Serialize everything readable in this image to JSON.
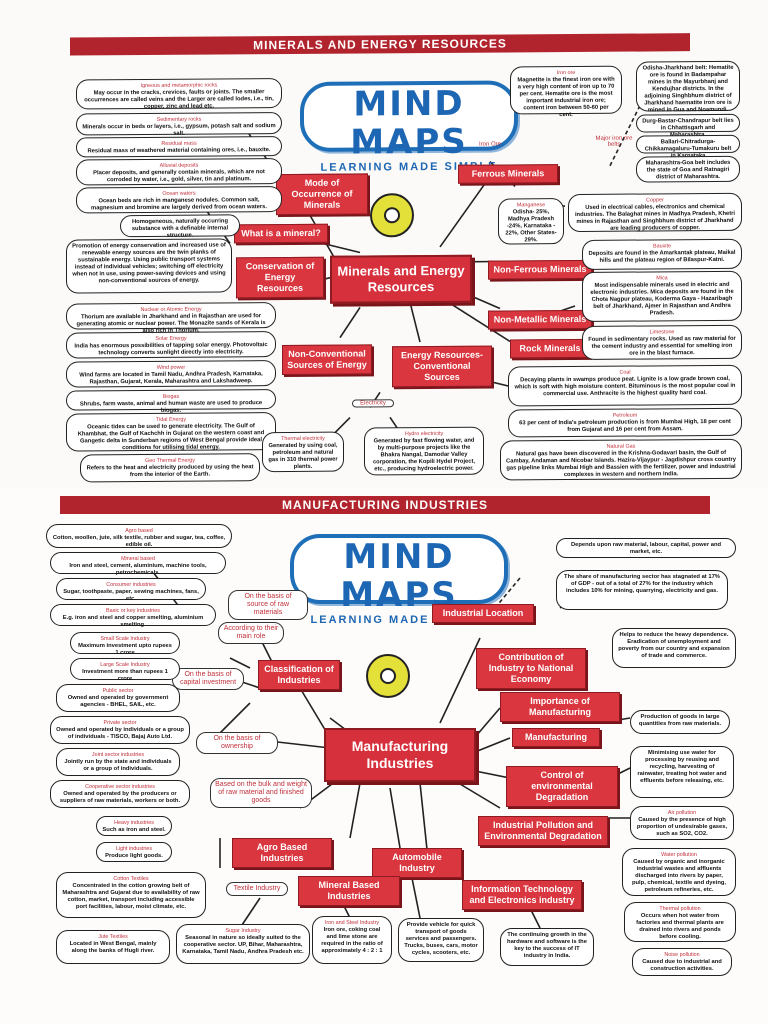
{
  "page1": {
    "banner": "MINERALS AND ENERGY RESOURCES",
    "logo": {
      "title": "MIND MAPS",
      "subtitle": "LEARNING MADE SIMPLE"
    },
    "center": "Minerals and Energy Resources",
    "boxes": {
      "mode": "Mode of Occurrence of Minerals",
      "what": "What is a mineral?",
      "conservation": "Conservation of Energy Resources",
      "nonconv": "Non-Conventional Sources of Energy",
      "conv": "Energy Resources- Conventional Sources",
      "ferrous": "Ferrous Minerals",
      "nonferrous": "Non-Ferrous Minerals",
      "nonmetallic": "Non-Metallic Minerals",
      "rock": "Rock Minerals"
    },
    "labels": {
      "electricity": "Electricity",
      "iron_ore": "Iron Ore",
      "major_belts": "Major iron ore belts"
    },
    "notes": {
      "igneous_h": "Igneous and metamorphic rocks",
      "igneous": "May occur in the cracks, crevices, faults or joints. The smaller occurrences are called veins and the Larger are called lodes, i.e., tin, copper, zinc and lead etc.",
      "sed_h": "Sedimentary rocks",
      "sed": "Minerals occur in beds or layers, i.e., gypsum, potash salt and sodium salt.",
      "residual_h": "Residual mass",
      "residual": "Residual mass of weathered material containing ores, i.e., bauxite.",
      "alluvial_h": "Alluvial deposits",
      "alluvial": "Placer deposits, and generally contain minerals, which are not corroded by water, i.e., gold, silver, tin and platinum.",
      "ocean_h": "Ocean waters",
      "ocean": "Ocean beds are rich in manganese nodules. Common salt, magnesium and bromine are largely derived from ocean waters.",
      "homog": "Homogeneous, naturally occurring substance with a definable internal structure.",
      "promotion": "Promotion of energy conservation and increased use of renewable energy sources are the twin planks of sustainable energy. Using public transport systems instead of individual vehicles; switching off electricity when not in use, using power-saving devices and using non-conventional sources of energy.",
      "nuclear_h": "Nuclear or Atomic Energy",
      "nuclear": "Thorium are available in Jharkhand and in Rajasthan are used for generating atomic or nuclear power. The Monazite sands of Kerala is also rich in Thorium.",
      "solar_h": "Solar Energy",
      "solar": "India has enormous possibilities of tapping solar energy. Photovoltaic technology converts sunlight directly into electricity.",
      "wind_h": "Wind power",
      "wind": "Wind farms are located in Tamil Nadu, Andhra Pradesh, Karnataka, Rajasthan, Gujarat, Kerala, Maharashtra and Lakshadweep.",
      "biogas_h": "Biogas",
      "biogas": "Shrubs, farm waste, animal and human waste are used to produce biogas.",
      "tidal_h": "Tidal Energy",
      "tidal": "Oceanic tides can be used to generate electricity. The Gulf of Khambhat, the Gulf of Kachchh in Gujarat on the western coast and Gangetic delta in Sunderban regions of West Bengal provide ideal conditions for utilising tidal energy.",
      "geo_h": "Geo Thermal Energy",
      "geo": "Refers to the heat and electricity produced by using the heat from the interior of the Earth.",
      "thermal_h": "Thermal electricity",
      "thermal": "Generated by using coal, petroleum and natural gas in 310 thermal power plants.",
      "hydro_h": "Hydro electricity",
      "hydro": "Generated by fast flowing water, and by multi-purpose projects like the Bhakra Nangal, Damodar Valley corporation, the Kopili Hydel Project, etc., producing hydroelectric power.",
      "iron_h": "Iron ore",
      "iron": "Magnetite is the finest iron ore with a very high content of iron up to 70 per cent. Hematite ore is the most important industrial iron ore; content iron between 50-60 per cent.",
      "belt1": "Odisha-Jharkhand belt: Hematite ore is found in Badampahar mines in the Mayurbhanj and Kendujhar districts. In the adjoining Singhbhum district of Jharkhand haematite iron ore is mined in Gua and Noamundi.",
      "belt2": "Durg-Bastar-Chandrapur belt lies in Chhattisgarh and Maharashtra.",
      "belt3": "Ballari-Chitradurga-Chikkamagaluru-Tumakuru belt in Karnataka",
      "belt4": "Maharashtra-Goa belt includes the state of Goa and Ratnagiri district of Maharashtra.",
      "mang_h": "Manganese",
      "mang": "Odisha- 25%, Madhya Pradesh -24%, Karnataka - 22%, Other States- 29%.",
      "copper_h": "Copper",
      "copper": "Used in electrical cables, electronics and chemical industries. The Balaghat mines in Madhya Pradesh, Khetri mines in Rajasthan and Singhbhum district of Jharkhand are leading producers of copper.",
      "bauxite_h": "Bauxite",
      "bauxite": "Deposits are found in the Amarkantak plateau, Maikal hills and the plateau region of Bilaspur-Katni.",
      "mica_h": "Mica",
      "mica": "Most indispensable minerals used in electric and electronic industries. Mica deposits are found in the Chota Nagpur plateau, Koderma Gaya - Hazaribagh belt of Jharkhand, Ajmer in Rajasthan and Andhra Pradesh.",
      "lime_h": "Limestone",
      "lime": "Found in sedimentary rocks. Used as raw material for the cement industry and essential for smelting iron ore in the blast furnace.",
      "coal_h": "Coal",
      "coal": "Decaying plants in swamps produce peat. Lignite is a low grade brown coal, which is soft with high moisture content. Bituminous is the most popular coal in commercial use. Anthracite is the highest quality hard coal.",
      "petrol_h": "Petroleum",
      "petrol": "63 per cent of India's petroleum production is from Mumbai High, 18 per cent from Gujarat and 16 per cent from Assam.",
      "gas_h": "Natural Gas",
      "gas": "Natural gas have been discovered in the Krishna-Godavari basin, the Gulf of Cambay, Andaman and Nicobar Islands. Hazira-Vijaypur - Jagdishpur cross country gas pipeline links Mumbai High and Bassien with the fertilizer, power and industrial complexes in western and northern India."
    }
  },
  "page2": {
    "banner": "MANUFACTURING INDUSTRIES",
    "logo": {
      "title": "MIND MAPS",
      "subtitle": "LEARNING MADE SIMPLE"
    },
    "center": "Manufacturing Industries",
    "boxes": {
      "classification": "Classification of Industries",
      "location": "Industrial Location",
      "contribution": "Contribution of Industry to National Economy",
      "importance": "Importance of Manufacturing",
      "manufacturing": "Manufacturing",
      "control": "Control of environmental Degradation",
      "pollution": "Industrial Pollution and Environmental Degradation",
      "agro": "Agro Based Industries",
      "auto": "Automobile Industry",
      "mineral": "Mineral Based Industries",
      "it": "Information Technology and Electronics industry",
      "textile": "Textile Industry"
    },
    "plains": {
      "source": "On the basis of source of raw materials",
      "role": "According to their main role",
      "capital": "On the basis of capital investment",
      "ownership": "On the basis of ownership",
      "bulk": "Based on the bulk and weight of raw material and finished goods"
    },
    "notes": {
      "agro_h": "Agro based",
      "agro": "Cotton, woollen, jute, silk textile, rubber and sugar, tea, coffee, edible oil.",
      "mineral_h": "Mineral based",
      "mineral": "Iron and steel, cement, aluminium, machine tools, petrochemicals.",
      "consumer_h": "Consumer industries",
      "consumer": "Sugar, toothpaste, paper, sewing machines, fans, etc.",
      "basic_h": "Basic or key industries",
      "basic": "E.g. iron and steel and copper smelting, aluminium smelting.",
      "small_h": "Small Scale Industry",
      "small": "Maximum investment upto rupees 1 crore",
      "large_h": "Large Scale Industry",
      "large": "Investment more than rupees 1 crore",
      "public_h": "Public sector",
      "public": "Owned and operated by government agencies - BHEL, SAIL, etc.",
      "private_h": "Private sector",
      "private": "Owned and operated by individuals or a group of individuals - TISCO, Bajaj Auto Ltd.",
      "joint_h": "Joint sector industries",
      "joint": "Jointly run by the state and individuals or a group of individuals.",
      "coop_h": "Cooperative sector industries",
      "coop": "Owned and operated by the producers or suppliers of raw materials, workers or both.",
      "heavy_h": "Heavy industries",
      "heavy": "Such as iron and steel.",
      "light_h": "Light industries",
      "light": "Produce light goods.",
      "cotton_h": "Cotton Textiles",
      "cotton": "Concentrated in the cotton growing belt of Maharashtra and Gujarat due to availability of raw cotton, market, transport including accessible port facilities, labour, moist climate, etc.",
      "jute_h": "Jute Textiles",
      "jute": "Located in West Bengal, mainly along the banks of Hugli river.",
      "sugar_h": "Sugar Industry",
      "sugar": "Seasonal in nature so ideally suited to the cooperative sector. UP, Bihar, Maharashtra, Karnataka, Tamil Nadu, Andhra Pradesh etc.",
      "ironsteel_h": "Iron and Steel Industry",
      "ironsteel": "Iron ore, coking coal and lime stone are required in the ratio of approximately 4 : 2 : 1",
      "autonote": "Provide vehicle for quick transport of goods services and passengers. Trucks, buses, cars, motor cycles, scooters, etc.",
      "itnote": "The continuing growth in the hardware and software is the key to the success of IT industry in India.",
      "depends": "Depends upon raw material, labour, capital, power and market, etc.",
      "share": "The share of manufacturing sector has stagnated at 17% of GDP - out of a total of 27% for the industry which includes 10% for mining, quarrying, electricity and gas.",
      "helps": "Helps to reduce the heavy dependence. Eradication of unemployment and poverty from our country and expansion of trade and commerce.",
      "production": "Production of goods in large quantities from raw materials.",
      "minimising": "Minimising use water for processing by reusing and recycling, harvesting of rainwater, treating hot water and effluents before releasing, etc.",
      "air_h": "Air pollution",
      "air": "Caused by the presence of high proportion of undesirable gases, such as SO2, CO2.",
      "water_h": "Water pollution",
      "water": "Caused by organic and inorganic industrial wastes and affluents discharged into rivers by paper, pulp, chemical, textile and dyeing, petroleum refineries, etc.",
      "thermal_h": "Thermal pollution",
      "thermal": "Occurs when hot water from factories and thermal plants are drained into rivers and ponds before cooling.",
      "noise_h": "Noise pollution",
      "noise": "Caused due to industrial and construction activities."
    }
  }
}
